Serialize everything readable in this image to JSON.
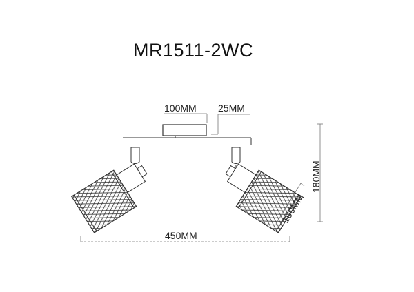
{
  "title": "MR1511-2WC",
  "dimensions": {
    "canopy_width": "100MM",
    "canopy_depth": "25MM",
    "shade_length": "100MM",
    "total_height": "180MM",
    "total_width": "450MM"
  },
  "colors": {
    "line": "#333333",
    "dim_line": "#777777",
    "background": "#ffffff"
  }
}
